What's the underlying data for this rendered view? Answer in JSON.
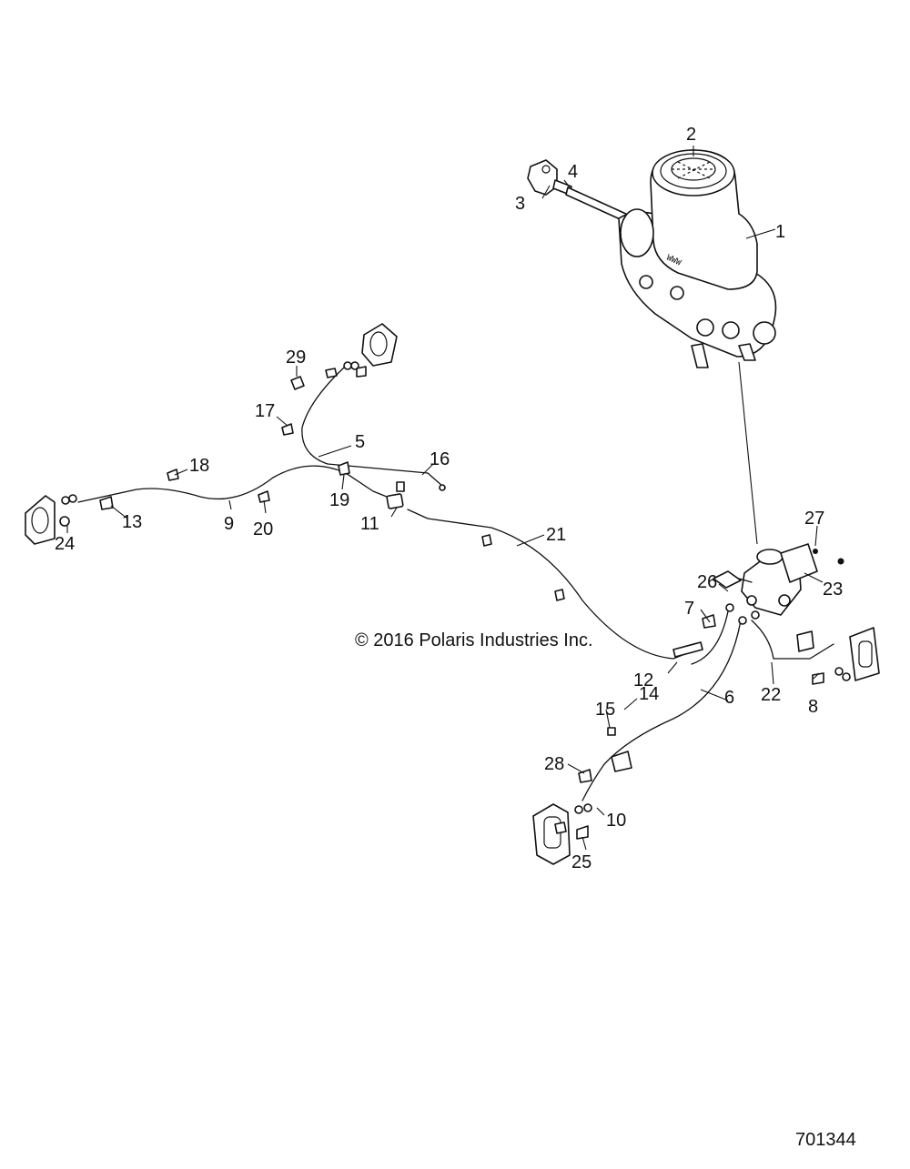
{
  "copyright": "© 2016 Polaris Industries Inc.",
  "figure_number": "701344",
  "callouts": {
    "c1": "1",
    "c2": "2",
    "c3": "3",
    "c4": "4",
    "c5": "5",
    "c6": "6",
    "c7": "7",
    "c8": "8",
    "c9": "9",
    "c10": "10",
    "c11": "11",
    "c12": "12",
    "c13": "13",
    "c14": "14",
    "c15": "15",
    "c16": "16",
    "c17": "17",
    "c18": "18",
    "c19": "19",
    "c20": "20",
    "c21": "21",
    "c22": "22",
    "c23": "23",
    "c24": "24",
    "c25": "25",
    "c26": "26",
    "c27": "27",
    "c28": "28",
    "c29": "29"
  }
}
